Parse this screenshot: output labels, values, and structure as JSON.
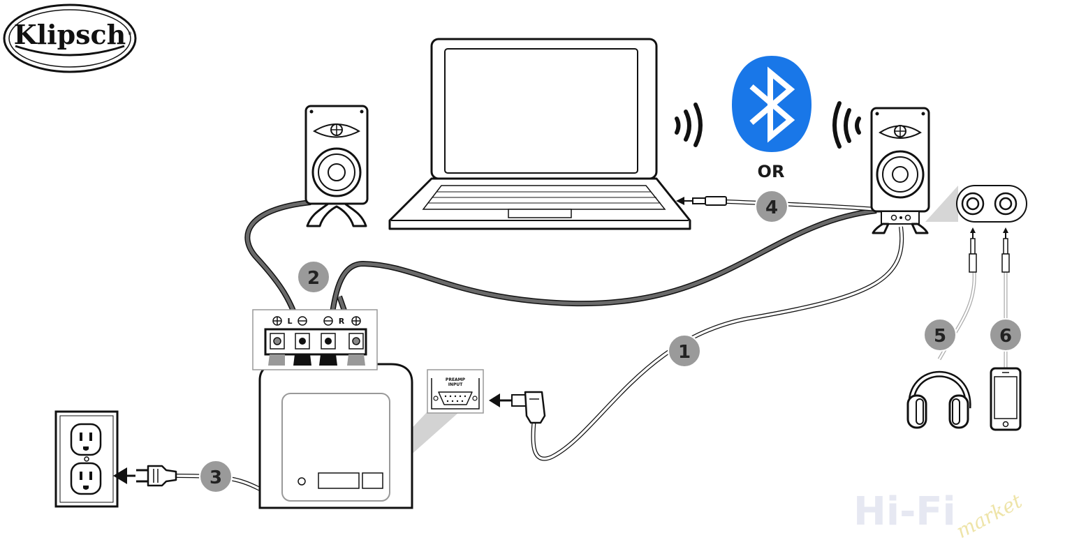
{
  "brand": {
    "logo_text": "Klipsch",
    "registered": "®"
  },
  "bluetooth": {
    "or_label": "OR",
    "color": "#1977e8"
  },
  "steps": [
    "1",
    "2",
    "3",
    "4",
    "5",
    "6"
  ],
  "subwoofer": {
    "terminal_labels": {
      "left": "L",
      "right": "R"
    },
    "preamp_label_line1": "PREAMP",
    "preamp_label_line2": "INPUT"
  },
  "watermark": {
    "main": "Hi-Fi",
    "script": "market"
  },
  "colors": {
    "badge": "#9a9a9a",
    "cable": "#5f5f5f",
    "line": "#111111",
    "zoom": "#cfcfcf"
  }
}
